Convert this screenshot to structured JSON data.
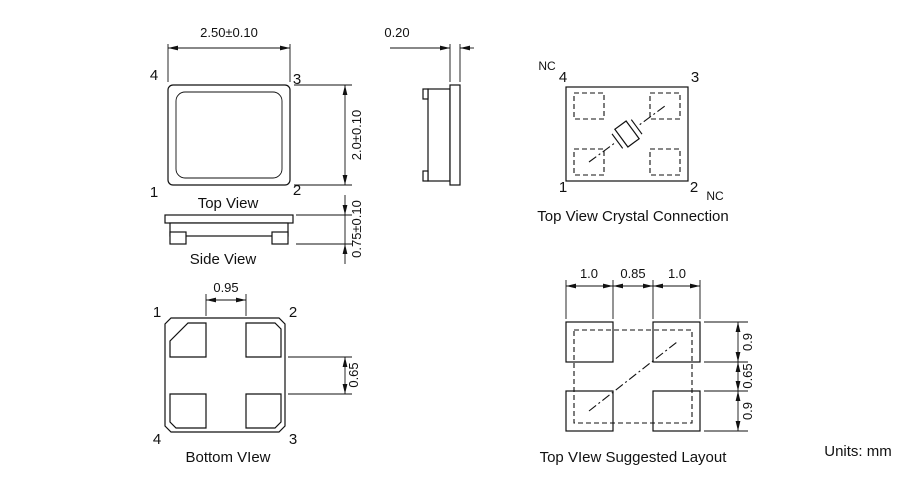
{
  "colors": {
    "ink": "#111111",
    "background": "#ffffff"
  },
  "units_label": "Units: mm",
  "top_view": {
    "label": "Top View",
    "dim_width": "2.50±0.10",
    "dim_height": "2.0±0.10",
    "pin_tl": "4",
    "pin_tr": "3",
    "pin_bl": "1",
    "pin_br": "2"
  },
  "side_profile": {
    "dim_lid": "0.20"
  },
  "side_view": {
    "label": "Side View",
    "dim_height": "0.75±0.10"
  },
  "bottom_view": {
    "label": "Bottom VIew",
    "dim_pad_gap_x": "0.95",
    "dim_pad_gap_y": "0.65",
    "pin_tl": "1",
    "pin_tr": "2",
    "pin_bl": "4",
    "pin_br": "3"
  },
  "crystal_connection": {
    "label": "Top View Crystal Connection",
    "pin_tl": "4",
    "pin_tr": "3",
    "pin_bl": "1",
    "pin_br": "2",
    "nc_top_label": "NC",
    "nc_bottom_label": "NC"
  },
  "suggested_layout": {
    "label": "Top VIew Suggested Layout",
    "dim_top": [
      "1.0",
      "0.85",
      "1.0"
    ],
    "dim_right": [
      "0.9",
      "0.65",
      "0.9"
    ]
  }
}
